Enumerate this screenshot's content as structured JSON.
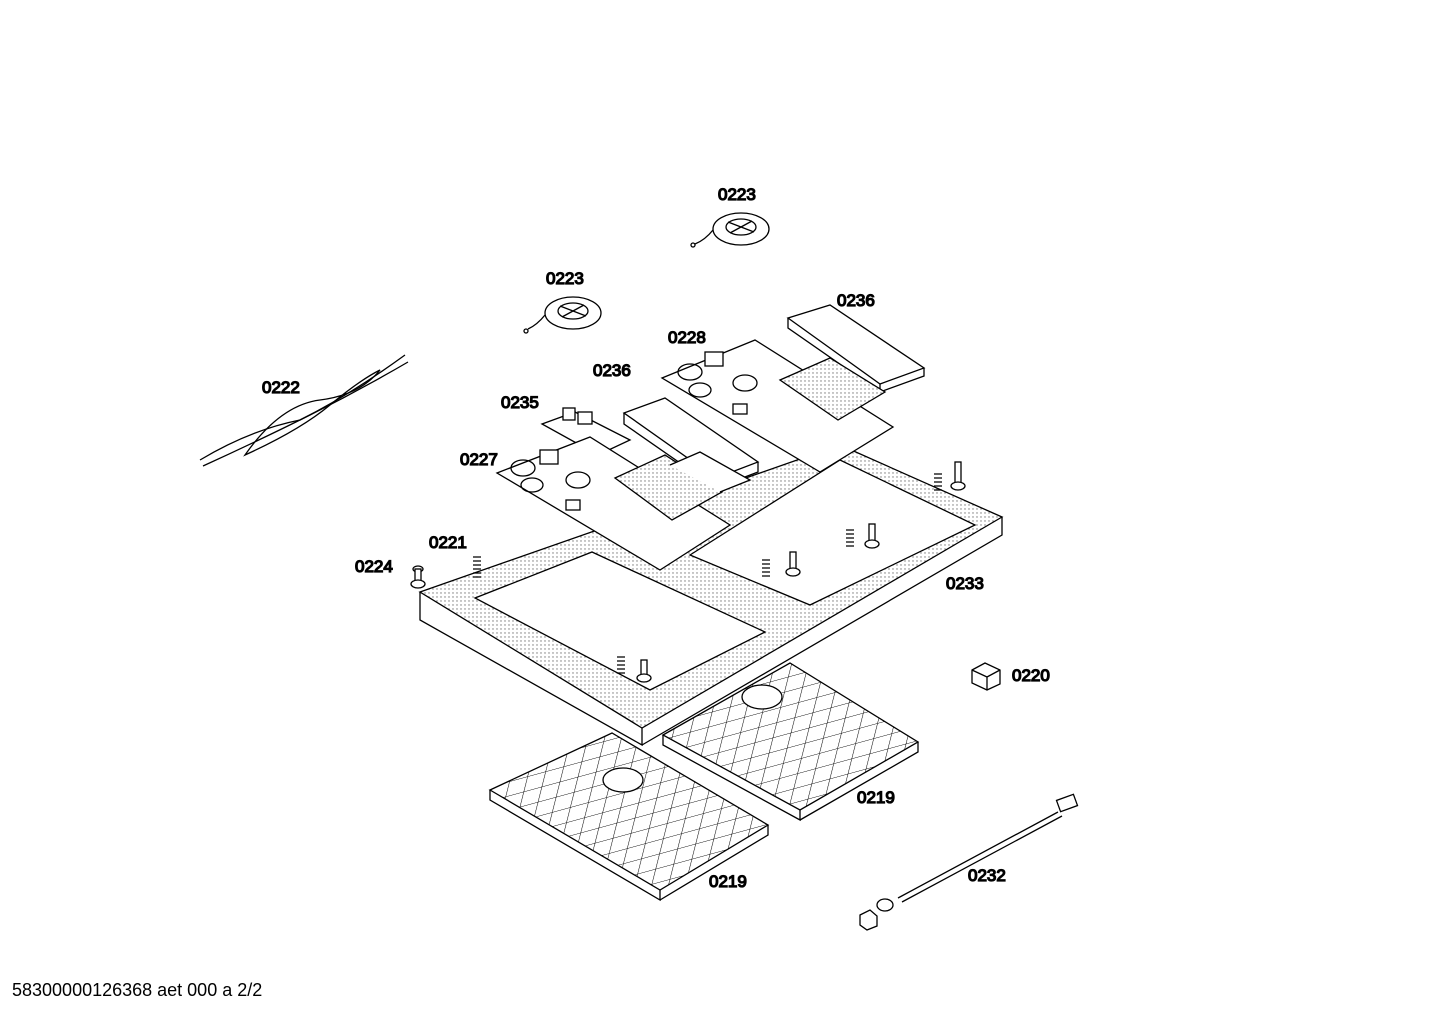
{
  "diagram": {
    "callouts": {
      "c0223a": "0223",
      "c0223b": "0223",
      "c0236a": "0236",
      "c0236b": "0236",
      "c0228": "0228",
      "c0222": "0222",
      "c0235": "0235",
      "c0227": "0227",
      "c0221": "0221",
      "c0224": "0224",
      "c0233": "0233",
      "c0220": "0220",
      "c0219a": "0219",
      "c0219b": "0219",
      "c0232": "0232"
    },
    "footer": "58300000126368 aet 000 a 2/2"
  }
}
